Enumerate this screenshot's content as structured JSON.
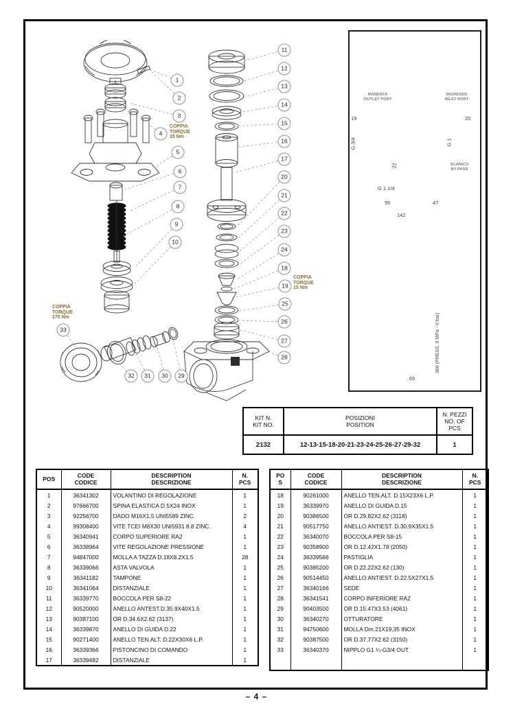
{
  "page": {
    "footer": "– 4 –"
  },
  "colors": {
    "torque_label": "#8d6b2e",
    "port_label": "#787878",
    "drawing_line": "#333333"
  },
  "diagram": {
    "callout_labels": [
      "1",
      "2",
      "3",
      "4",
      "5",
      "6",
      "7",
      "8",
      "9",
      "10",
      "11",
      "12",
      "13",
      "14",
      "15",
      "16",
      "17",
      "20",
      "21",
      "22",
      "23",
      "24",
      "18",
      "19",
      "25",
      "26",
      "27",
      "28",
      "33",
      "32",
      "31",
      "30",
      "29"
    ],
    "torque_labels": [
      {
        "lines": [
          "COPPIA",
          "TORQUE",
          "25 Nm"
        ]
      },
      {
        "lines": [
          "COPPIA",
          "TORQUE",
          "15 Nm"
        ]
      },
      {
        "lines": [
          "COPPIA",
          "TORQUE",
          "275 Nm"
        ]
      }
    ]
  },
  "dimension_drawing": {
    "port_labels": {
      "outlet": [
        "MANDATA",
        "OUTLET PORT"
      ],
      "inlet": [
        "INGRESSO",
        "INLET PORT"
      ],
      "bypass": [
        "SCARICO",
        "BY-PASS"
      ]
    },
    "dims": {
      "d19": "19",
      "d20": "20",
      "g34": "G 3/4",
      "g1": "G 1",
      "d22": "22",
      "g114": "G 1 1/4",
      "d95": "95",
      "d47": "47",
      "d142": "142",
      "height": "366 (PRESS. 0 MPa - 0 bar)",
      "d65": "65"
    }
  },
  "kit_table": {
    "headers": {
      "kit": [
        "KIT N.",
        "KIT NO."
      ],
      "positions": [
        "POSIZIONI",
        "POSITION"
      ],
      "pcs": [
        "N. PEZZI",
        "NO. OF",
        "PCS"
      ]
    },
    "row": {
      "kit": "2132",
      "positions": "12-13-15-18-20-21-23-24-25-26-27-29-32",
      "pcs": "1"
    }
  },
  "parts_tables": {
    "left": {
      "headers": {
        "pos": [
          "POS"
        ],
        "code": [
          "CODE",
          "CODICE"
        ],
        "desc": [
          "DESCRIPTION",
          "DESCRIZIONE"
        ],
        "pcs": [
          "N.",
          "PCS"
        ]
      },
      "rows": [
        [
          "1",
          "36341302",
          "VOLANTINO DI REGOLAZIONE",
          "1"
        ],
        [
          "2",
          "97666700",
          "SPINA ELASTICA D.5X24 INOX",
          "1"
        ],
        [
          "3",
          "92256700",
          "DADO M16X1.5 UNI5589 ZINC.",
          "2"
        ],
        [
          "4",
          "99308400",
          "VITE TCEI M8X30 UNI5931 8.8 ZINC.",
          "4"
        ],
        [
          "5",
          "36340941",
          "CORPO SUPERIORE RA2",
          "1"
        ],
        [
          "6",
          "36338964",
          "VITE REGOLAZIONE PRESSIONE",
          "1"
        ],
        [
          "7",
          "94847000",
          "MOLLA A TAZZA D.18X8.2X1.5",
          "28"
        ],
        [
          "8",
          "36339066",
          "ASTA VALVOLA",
          "1"
        ],
        [
          "9",
          "36341182",
          "TAMPONE",
          "1"
        ],
        [
          "10",
          "36341064",
          "DISTANZIALE",
          "1"
        ],
        [
          "11",
          "36339770",
          "BOCCOLA PER S8-22",
          "1"
        ],
        [
          "12",
          "90520000",
          "ANELLO ANTEST.D.35.9X40X1.5",
          "1"
        ],
        [
          "13",
          "90387100",
          "OR D.34.6X2.62 (3137)",
          "1"
        ],
        [
          "14",
          "36339870",
          "ANELLO DI GUIDA D.22",
          "1"
        ],
        [
          "15",
          "90271400",
          "ANELLO TEN.ALT. D.22X30X6 L.P.",
          "1"
        ],
        [
          "16",
          "36339366",
          "PISTONCINO DI COMANDO",
          "1"
        ],
        [
          "17",
          "36339482",
          "DISTANZIALE",
          "1"
        ]
      ]
    },
    "right": {
      "headers": {
        "pos": [
          "PO",
          "S"
        ],
        "code": [
          "CODE",
          "CODICE"
        ],
        "desc": [
          "DESCRIPTION",
          "DESCRIZIONE"
        ],
        "pcs": [
          "N.",
          "PCS"
        ]
      },
      "rows": [
        [
          "18",
          "90261000",
          "ANELLO TEN.ALT. D.15X23X6 L.P.",
          "1"
        ],
        [
          "19",
          "36339970",
          "ANELLO DI GUIDA D.15",
          "1"
        ],
        [
          "20",
          "90386500",
          "OR D.29.82X2.62 (3118)",
          "1"
        ],
        [
          "21",
          "90517750",
          "ANELLO ANTIEST. D.30.9X35X1.5",
          "1"
        ],
        [
          "22",
          "36340070",
          "BOCCOLA PER S8-15",
          "1"
        ],
        [
          "23",
          "90358900",
          "OR D.12.42X1.78 (2050)",
          "1"
        ],
        [
          "24",
          "36339566",
          "PASTIGLIA",
          "1"
        ],
        [
          "25",
          "90385200",
          "OR D.22.22X2.62 (130)",
          "1"
        ],
        [
          "26",
          "90514450",
          "ANELLO ANTIEST. D.22.5X27X1.5",
          "1"
        ],
        [
          "27",
          "36340166",
          "SEDE",
          "1"
        ],
        [
          "28",
          "36341541",
          "CORPO INFERIORE RA2",
          "1"
        ],
        [
          "29",
          "90403500",
          "OR D.15.47X3.53 (4061)",
          "1"
        ],
        [
          "30",
          "36340270",
          "OTTURATORE",
          "1"
        ],
        [
          "31",
          "94750600",
          "MOLLA Dm.21X19,35 INOX",
          "1"
        ],
        [
          "32",
          "90387500",
          "OR D.37.77X2.62 (3150)",
          "1"
        ],
        [
          "33",
          "36340370",
          "NIPPLO G1 ¼-G3/4 OUT",
          "1"
        ]
      ]
    }
  }
}
